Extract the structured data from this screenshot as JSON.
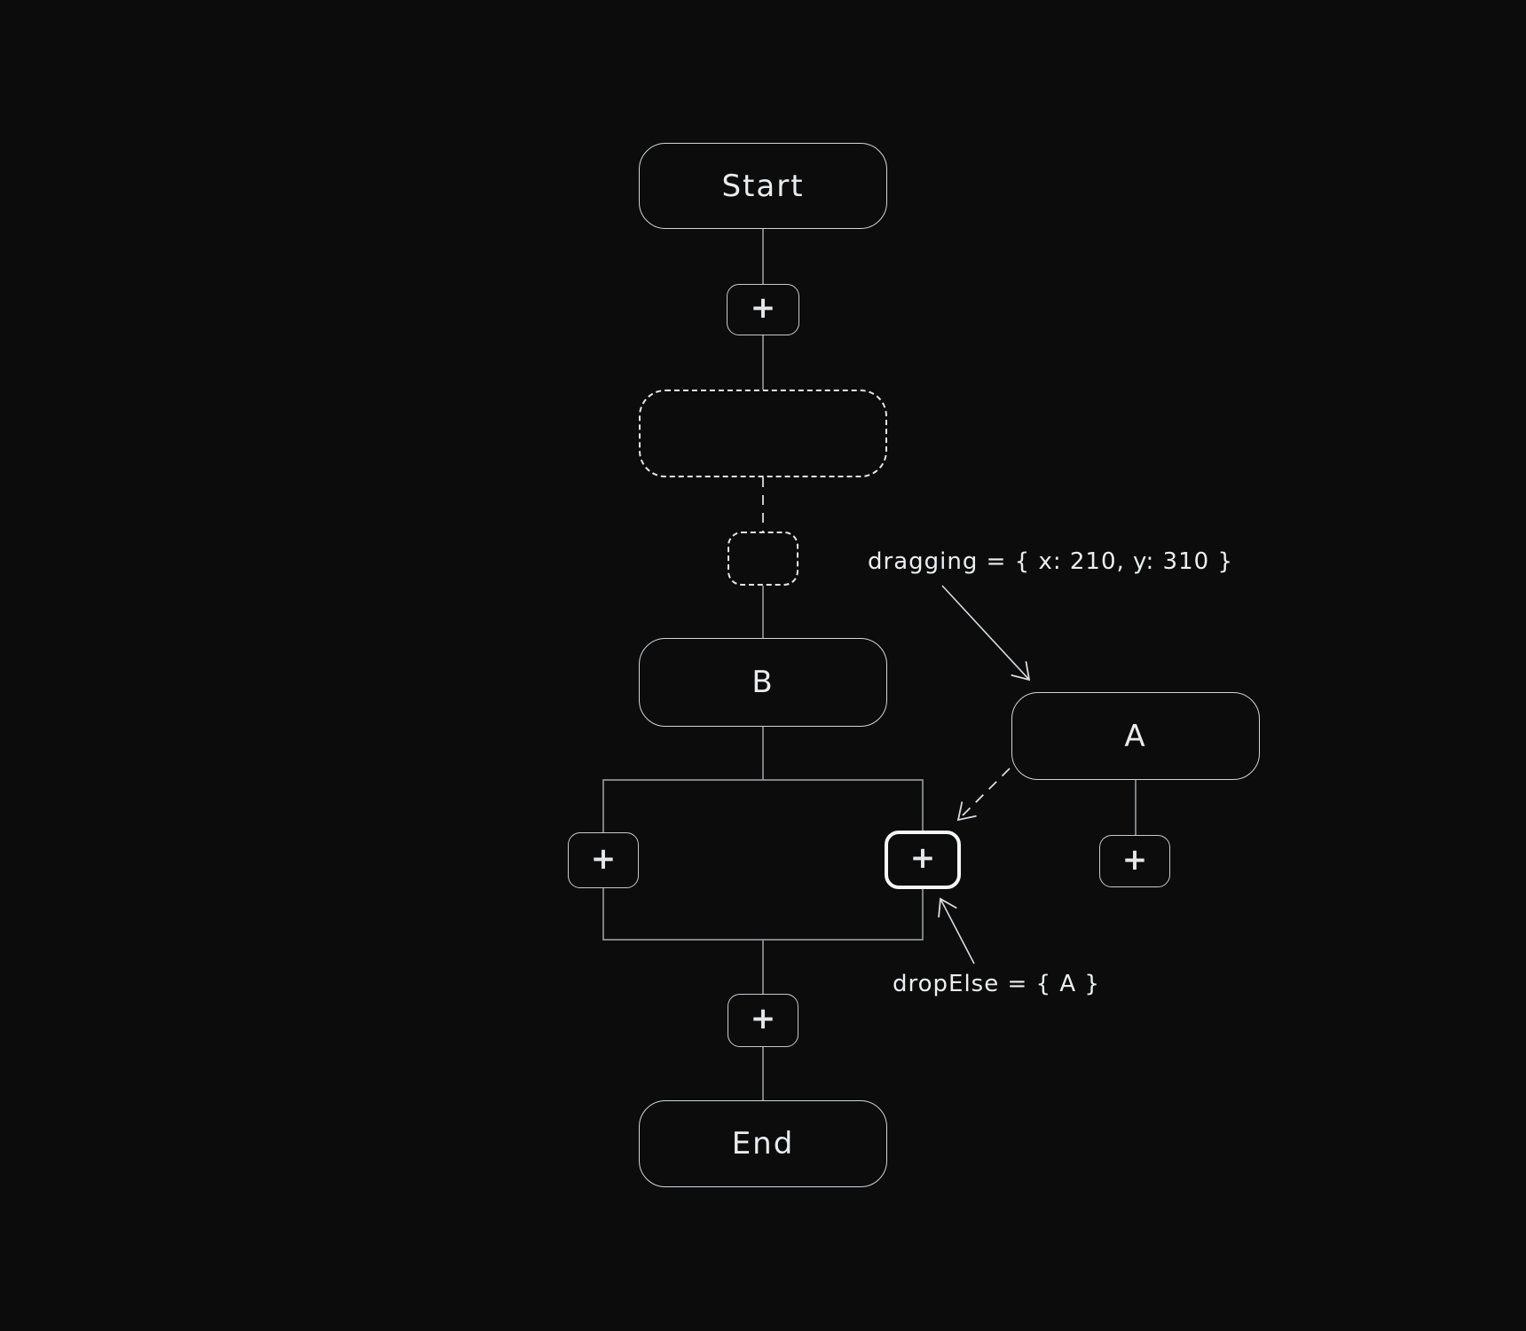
{
  "colors": {
    "background": "#0c0c0c",
    "node_stroke": "#d2d6d9",
    "ghost_stroke": "#e2e5e7",
    "connector": "#8f9499",
    "arrow": "#d9dcdf",
    "highlight_stroke": "#f4f6f7",
    "text": "#e9ebed"
  },
  "nodes": {
    "start": {
      "label": "Start"
    },
    "b": {
      "label": "B"
    },
    "a": {
      "label": "A"
    },
    "end": {
      "label": "End"
    }
  },
  "buttons": {
    "plus": "+"
  },
  "annotations": {
    "dragging": "dragging = { x: 210, y: 310 }",
    "drop_else": "dropElse = { A }"
  }
}
